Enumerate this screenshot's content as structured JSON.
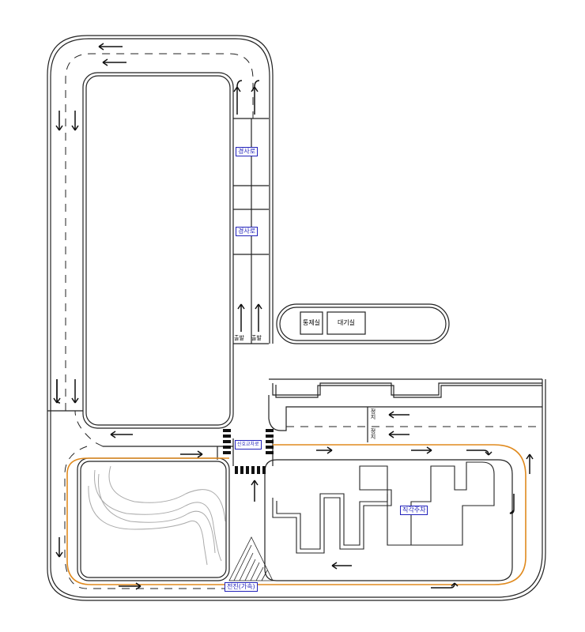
{
  "labels": {
    "slope_1": "경사로",
    "slope_2": "경사로",
    "control_room": "통제실",
    "waiting_room": "대기실",
    "start_left": "출발",
    "start_right": "출발",
    "signal_intersection": "신호교차로",
    "right_angle_parking": "직각주차",
    "forward_accel": "전진(가속)",
    "stop_top": "정지",
    "stop_bottom": "정지"
  },
  "colors": {
    "line": "#222222",
    "accent_route": "#e08a1e",
    "label_text": "#2222bb"
  },
  "icons": {
    "arrow": "arrow-icon",
    "crosswalk": "crosswalk-icon"
  }
}
